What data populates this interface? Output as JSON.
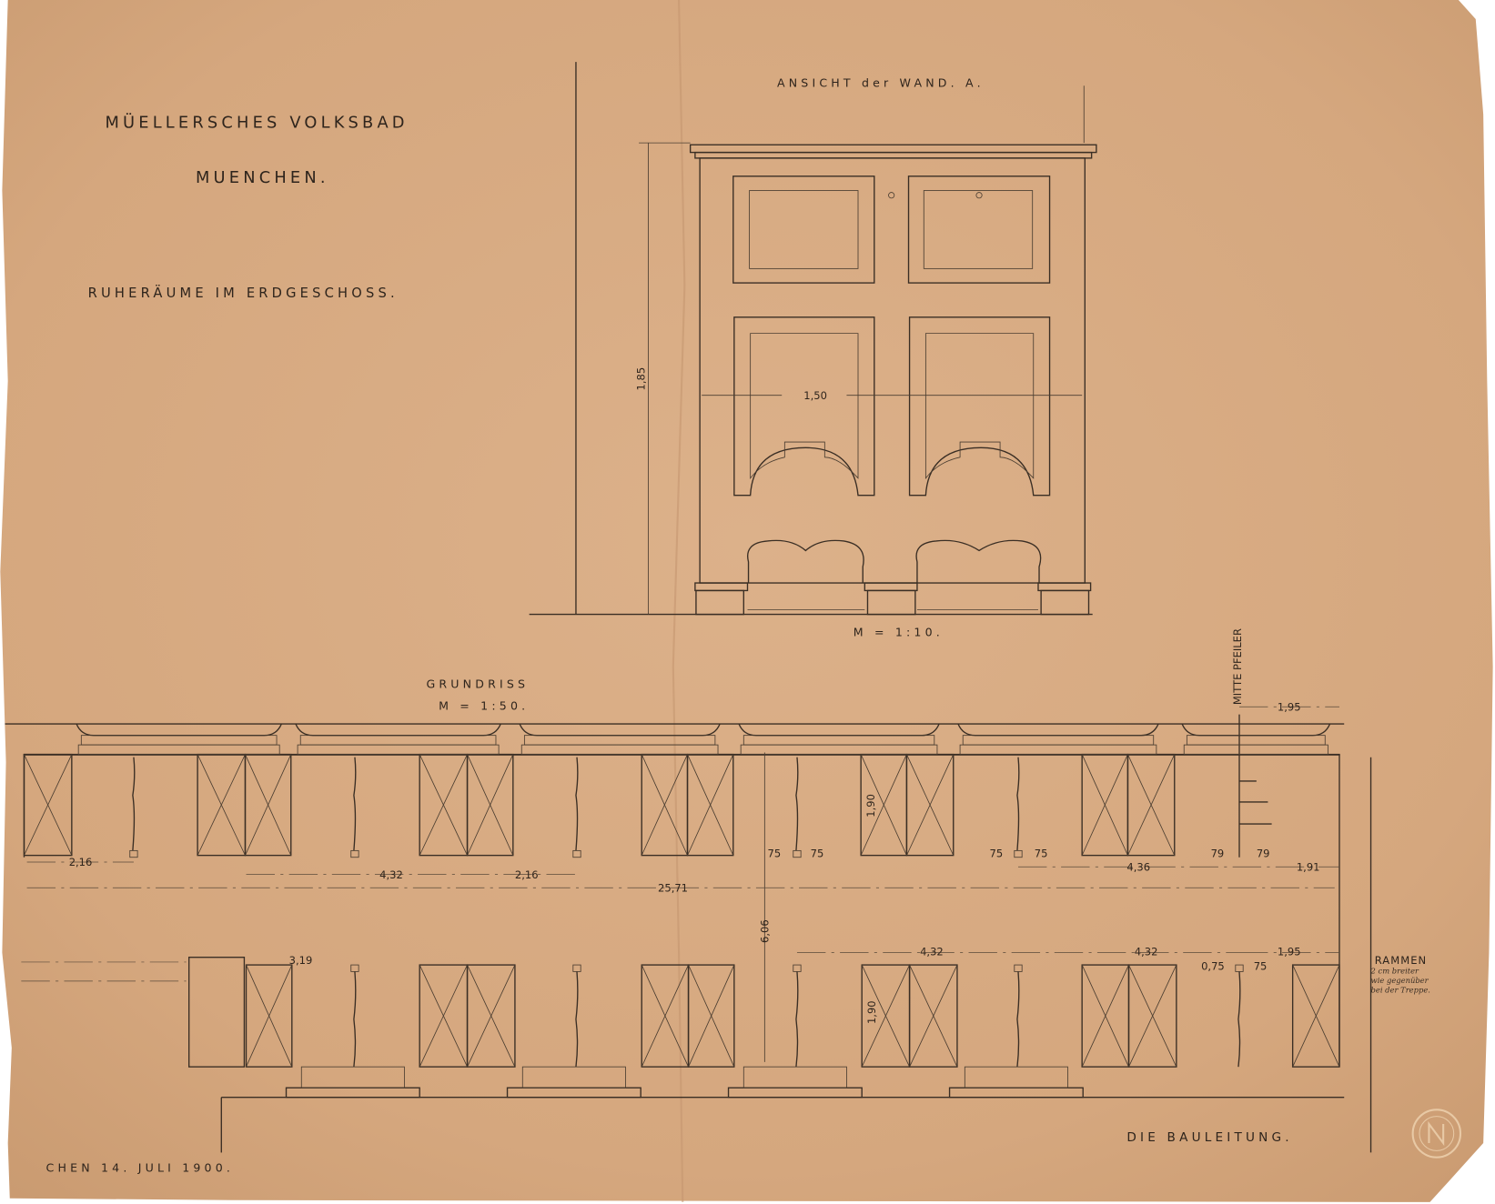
{
  "title": {
    "line1": "MÜELLERSCHES VOLKSBAD",
    "line2": "MUENCHEN.",
    "subtitle": "RUHERÄUME IM ERDGESCHOSS."
  },
  "elevation": {
    "heading": "ANSICHT der WAND. A.",
    "height_dim": "1,85",
    "width_dim": "1,50",
    "scale": "M = 1:10."
  },
  "plan": {
    "heading": "GRUNDRISS",
    "scale": "M = 1:50.",
    "pillar_note": "MITTE PFEILER",
    "dims_upper": {
      "d1": "2,16",
      "d2": "4,32",
      "d3": "2,16",
      "total": "25,71",
      "d75a": "75",
      "d75b": "75",
      "d75c": "75",
      "d75d": "75",
      "d79a": "79",
      "d79b": "79",
      "d436": "4,36",
      "d191": "1,91",
      "d195_top": "1,95",
      "height_190": "1,90",
      "depth": "6,06"
    },
    "dims_lower": {
      "d432a": "4,32",
      "d432b": "4,32",
      "d195": "1,95",
      "d075": "0,75",
      "d75": "75",
      "height_190": "1,90",
      "small": "3,19"
    },
    "frame_note": {
      "label": "RAMMEN",
      "line1": "2 cm breiter",
      "line2": "wie gegenüber",
      "line3": "bei der Treppe."
    }
  },
  "footer": {
    "date": "CHEN 14. JULI 1900.",
    "signature": "DIE BAULEITUNG.",
    "stamp_text": "embossed seal"
  },
  "colors": {
    "paper": "#d8ab82",
    "ink": "#3a2e24"
  }
}
